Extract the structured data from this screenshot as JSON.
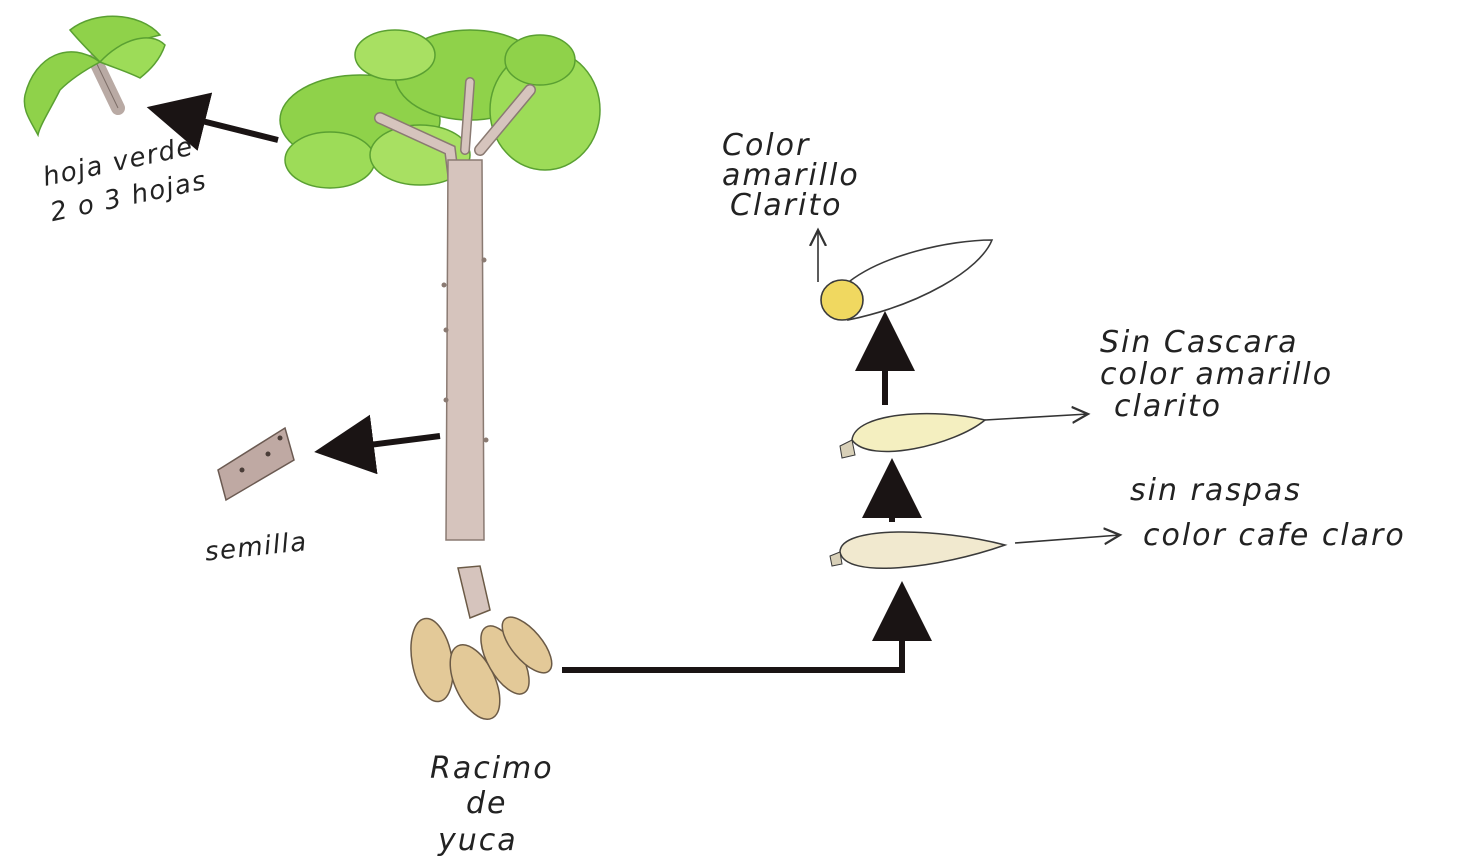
{
  "labels": {
    "leaf_line1": "hoja verde",
    "leaf_line2": "2 o 3 hojas",
    "seed": "semilla",
    "cluster_line1": "Racimo",
    "cluster_line2": "de",
    "cluster_line3": "yuca",
    "color_line1": "Color",
    "color_line2": "amarillo",
    "color_line3": "Clarito",
    "peeled_line1": "Sin Cascara",
    "peeled_line2": "color amarillo",
    "peeled_line3": "clarito",
    "scraped_line1": "sin raspas",
    "scraped_line2": "color cafe claro"
  },
  "colors": {
    "leaf_green": "#8fd24a",
    "leaf_dark": "#5aa032",
    "trunk": "#d6c4bd",
    "trunk_edge": "#8a7a72",
    "root_tan": "#e3c998",
    "root_edge": "#6b5a46",
    "root_pale": "#f1e9cf",
    "peeled_fill": "#f4efc0",
    "core_yellow": "#f0d860",
    "arrow": "#1a1414",
    "seed": "#bfa9a3"
  },
  "icons": {
    "leaf": "leaf-sprig-icon",
    "seed": "stem-cutting-icon",
    "plant": "cassava-plant-icon",
    "roots": "root-cluster-icon"
  }
}
